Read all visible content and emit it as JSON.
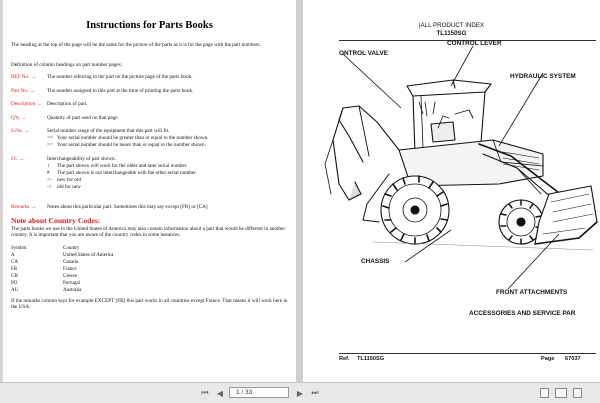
{
  "left_page": {
    "title": "Instructions for Parts Books",
    "intro": "The heading at the top of the page will be the same for the picture of the parts as it is for the page with the part numbers.",
    "definition_heading": "Definition of column headings on part number pages:",
    "definitions": [
      {
        "term": "REF No. →",
        "desc": "The number referring to the part on the picture page of the parts book."
      },
      {
        "term": "Part No. →",
        "desc": "The number assigned to this part at the time of printing the parts book."
      },
      {
        "term": "Description →",
        "desc": "Description of part."
      },
      {
        "term": "Q'ty →",
        "desc": "Quantity of part used on that page."
      },
      {
        "term": "S.No. →",
        "desc": "Serial number range of the equipment that this part will fit."
      },
      {
        "term": "I/C →",
        "desc": "Interchangeability of part shown."
      },
      {
        "term": "Remarks →",
        "desc": "Notes about this particular part. Sometimes this may say except [FR] or [CA]"
      }
    ],
    "sno_lines": [
      {
        "sym": ">=",
        "text": "Your serial number should be greater than or equal to the number shown."
      },
      {
        "sym": "=<",
        "text": "Your serial number should be lesser than or equal to the number shown."
      }
    ],
    "ic_lines": [
      {
        "sym": "↕",
        "text": "The part shown will work for the older and later serial number."
      },
      {
        "sym": "#",
        "text": "The part shown is not interchangeable with the other serial number."
      },
      {
        "sym": "<-",
        "text": "new for old"
      },
      {
        "sym": "->",
        "text": "old for new"
      }
    ],
    "country_heading": "Note about Country Codes:",
    "country_intro": "The parts books we use in the United States of America may also contain information about a part that would be different in another country. It is important that you are aware of the country codes in some instances.",
    "country_table_header": {
      "symbol": "Symbol",
      "country": "Country"
    },
    "country_table": [
      {
        "symbol": "A",
        "country": "United States of America"
      },
      {
        "symbol": "CA",
        "country": "Canada"
      },
      {
        "symbol": "FR",
        "country": "France"
      },
      {
        "symbol": "GR",
        "country": "Greece"
      },
      {
        "symbol": "PO",
        "country": "Portugal"
      },
      {
        "symbol": "AU",
        "country": "Australia"
      }
    ],
    "closing": "If the remarks column says for example EXCEPT [FR] this part works in all countries except France. That means it will work here in the USA."
  },
  "right_page": {
    "header_line1": "|ALL PRODUCT INDEX",
    "header_line2": "TL1150SG",
    "labels": {
      "control_valve": "ONTROL VALVE",
      "control_lever": "CONTROL LEVER",
      "hydraulic_system": "HYDRAULIC SYSTEM",
      "chassis": "CHASSIS",
      "front_attachments": "FRONT ATTACHMENTS",
      "accessories": "ACCESSORIES AND SERVICE PAR"
    },
    "footer_ref": "Ref.",
    "footer_model": "TL1150SG",
    "footer_page_label": "Page",
    "footer_page_no": "67037"
  },
  "toolbar": {
    "page_indicator": "1 / 33",
    "icons": [
      "first-page-icon",
      "prev-page-icon",
      "next-page-icon",
      "last-page-icon",
      "single-page-view-icon",
      "two-page-view-icon",
      "scroll-view-icon"
    ]
  }
}
